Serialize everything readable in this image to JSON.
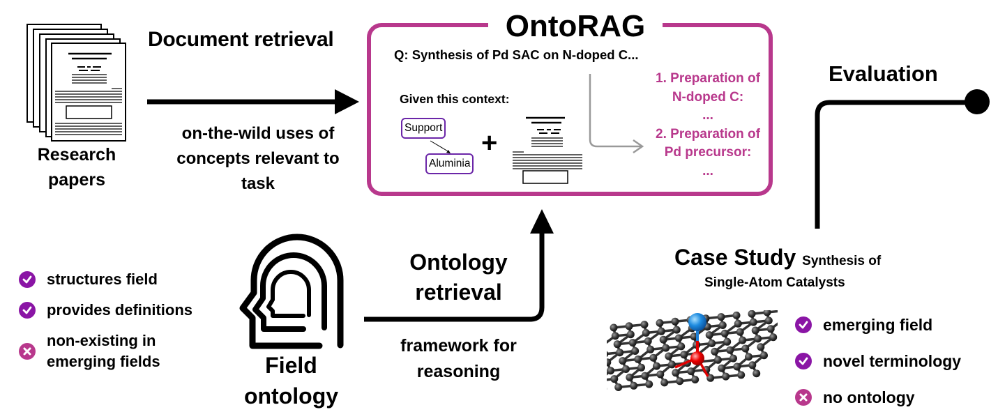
{
  "research_papers": {
    "label_line1": "Research",
    "label_line2": "papers"
  },
  "document_retrieval": {
    "title": "Document retrieval",
    "subtitle_line1": "on-the-wild uses of",
    "subtitle_line2": "concepts relevant to",
    "subtitle_line3": "task"
  },
  "ontorag": {
    "title": "OntoRAG",
    "question": "Q: Synthesis of Pd SAC on N-doped C...",
    "context_label": "Given this context:",
    "concepts": [
      "Support",
      "Aluminia"
    ],
    "plus": "+",
    "answer_lines": [
      "1. Preparation of",
      "N-doped C:",
      "...",
      "2. Preparation of",
      "Pd precursor:",
      "..."
    ],
    "colors": {
      "frame": "#b8388c",
      "concept_border": "#6b26a8",
      "answer_text": "#b8388c",
      "answer_arrow": "#999999"
    }
  },
  "evaluation": {
    "title": "Evaluation"
  },
  "field_ontology": {
    "label_line1": "Field",
    "label_line2": "ontology",
    "features": [
      {
        "icon": "check",
        "lines": [
          "structures field"
        ]
      },
      {
        "icon": "check",
        "lines": [
          "provides definitions"
        ]
      },
      {
        "icon": "cross",
        "lines": [
          "non-existing in",
          "emerging fields"
        ]
      }
    ]
  },
  "ontology_retrieval": {
    "title_line1": "Ontology",
    "title_line2": "retrieval",
    "subtitle_line1": "framework for",
    "subtitle_line2": "reasoning"
  },
  "case_study": {
    "title": "Case Study",
    "title_suffix": "Synthesis of",
    "subtitle": "Single-Atom Catalysts",
    "features": [
      {
        "icon": "check",
        "label": "emerging field"
      },
      {
        "icon": "check",
        "label": "novel terminology"
      },
      {
        "icon": "cross",
        "label": "no ontology"
      }
    ]
  },
  "colors": {
    "check": "#8a15a5",
    "cross": "#b8388c",
    "pd_atom": "#1e7fd6",
    "n_atom": "#e00000",
    "c_atom": "#2a2a2a"
  }
}
